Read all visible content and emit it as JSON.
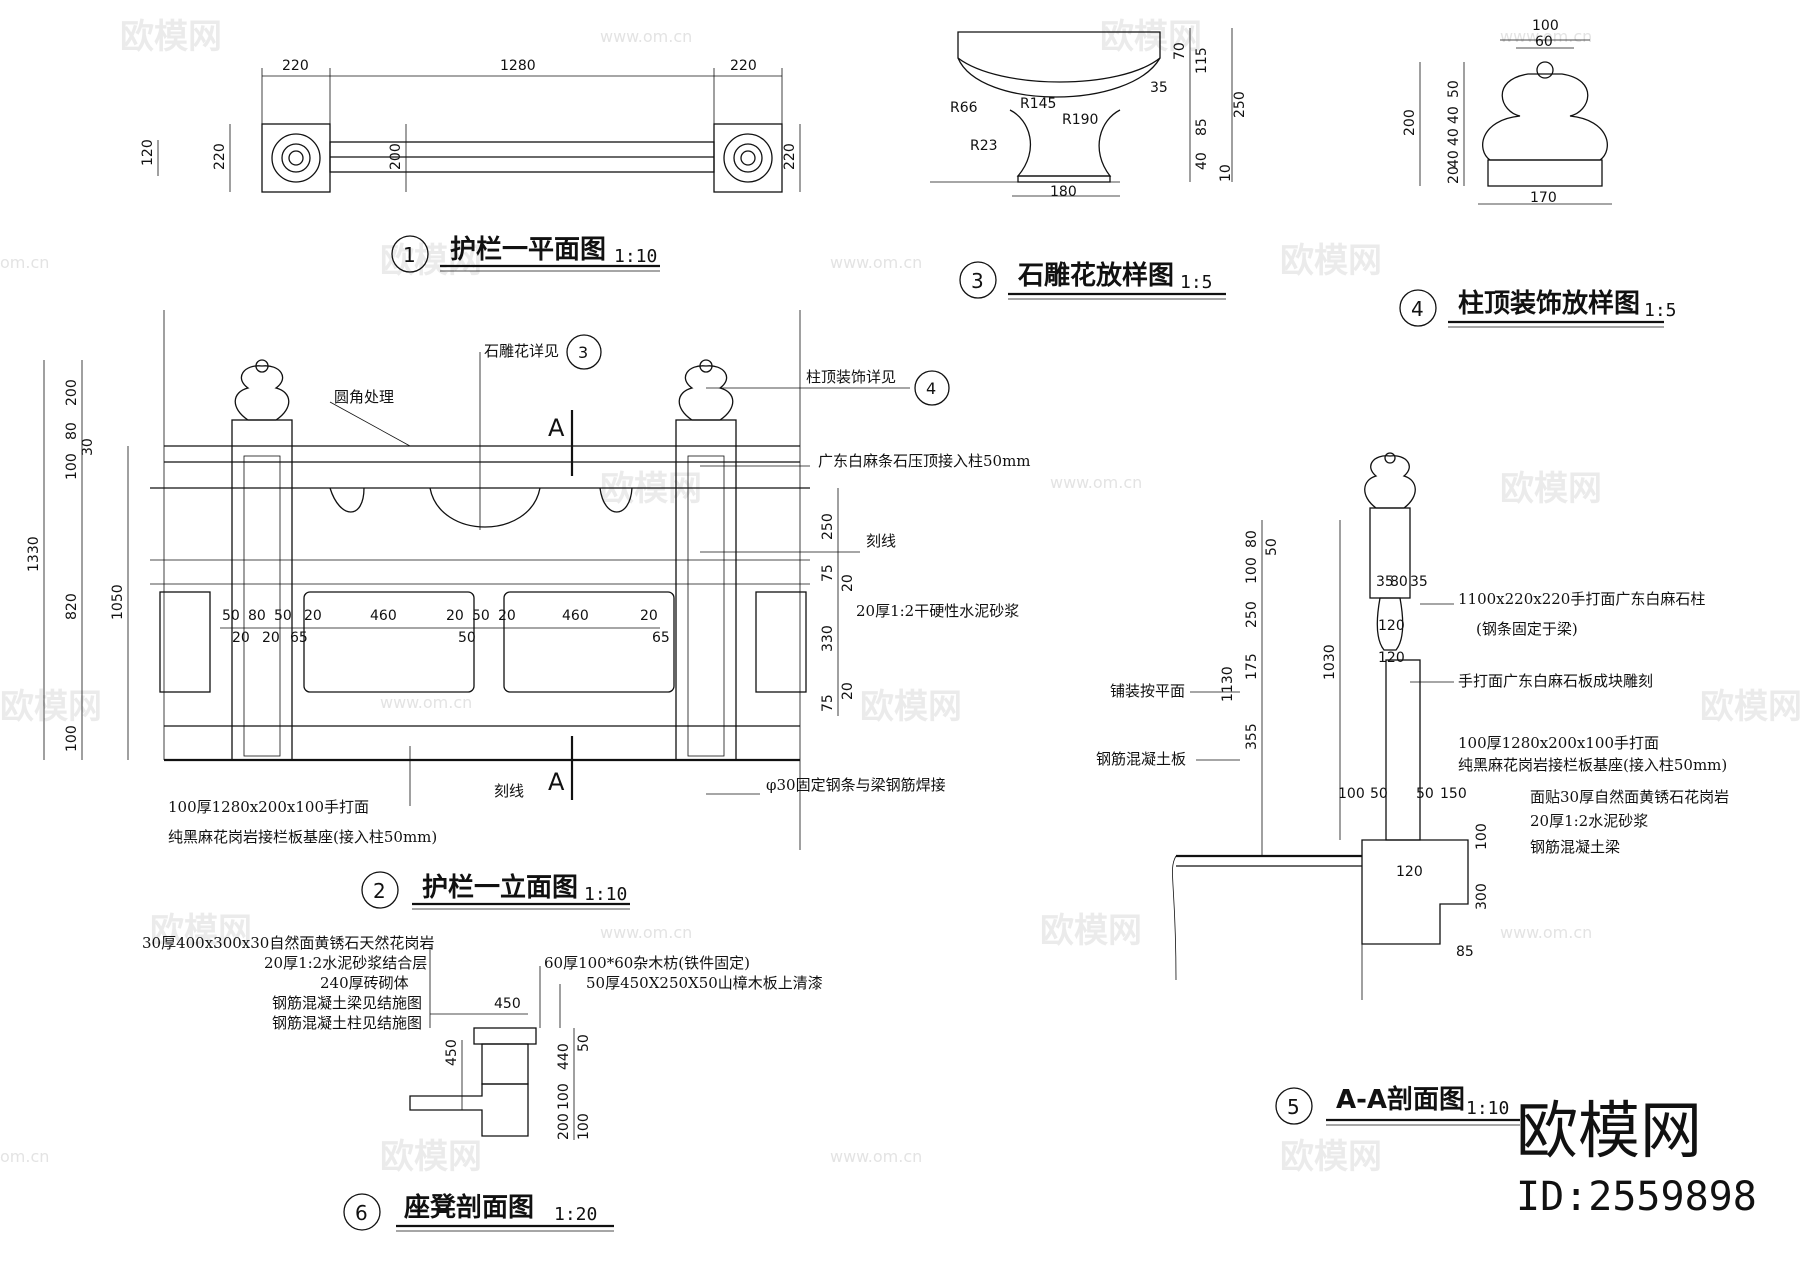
{
  "titles": {
    "plan": {
      "num": "1",
      "text": "护栏一平面图",
      "scale": "1:10"
    },
    "elevation": {
      "num": "2",
      "text": "护栏一立面图",
      "scale": "1:10"
    },
    "carving": {
      "num": "3",
      "text": "石雕花放样图",
      "scale": "1:5"
    },
    "finial": {
      "num": "4",
      "text": "柱顶装饰放样图",
      "scale": "1:5"
    },
    "section_aa": {
      "num": "5",
      "text": "A-A剖面图",
      "scale": "1:10"
    },
    "bench": {
      "num": "6",
      "text": "座凳剖面图",
      "scale": "1:20"
    }
  },
  "plan_dims": {
    "left": "220",
    "mid": "1280",
    "right": "220",
    "h120": "120",
    "h220a": "220",
    "h200": "200",
    "h220b": "220"
  },
  "carving_dims": {
    "r145": "R145",
    "r190": "R190",
    "r66": "R66",
    "r23": "R23",
    "w180": "180",
    "d70": "70",
    "d115": "115",
    "d35": "35",
    "d85": "85",
    "d250": "250",
    "d40": "40",
    "d10": "10"
  },
  "finial_dims": {
    "w100": "100",
    "w60": "60",
    "h200": "200",
    "d50": "50",
    "d40a": "40",
    "d40b": "40",
    "d40c": "40",
    "d20": "20",
    "w170": "170"
  },
  "elev_notes": {
    "carving_ref": "石雕花详见",
    "finial_ref": "柱顶装饰详见",
    "round_corner": "圆角处理",
    "coping": "广东白麻条石压顶接入柱50mm",
    "groove1": "刻线",
    "mortar": "20厚1:2干硬性水泥砂浆",
    "groove2": "刻线",
    "steel": "φ30固定钢条与梁钢筋焊接",
    "base1": "100厚1280x200x100手打面",
    "base2": "纯黑麻花岗岩接栏板基座(接入柱50mm)",
    "sec_a": "A",
    "ref3": "3",
    "ref4": "4"
  },
  "elev_dims": {
    "d1330": "1330",
    "d820": "820",
    "d1050": "1050",
    "d200": "200",
    "d80": "80",
    "d30": "30",
    "d100a": "100",
    "d100b": "100",
    "d250": "250",
    "d75a": "75",
    "d20": "20",
    "d330": "330",
    "d75b": "75",
    "d20b": "20",
    "s50a": "50",
    "s80": "80",
    "s50b": "50",
    "s20a": "20",
    "s460a": "460",
    "s20b": "20",
    "s50c": "50",
    "s20c": "20",
    "s460b": "460",
    "s20d": "20",
    "t20a": "20",
    "t20b": "20",
    "t65a": "65",
    "t50": "50",
    "t65b": "65"
  },
  "aa_notes": {
    "pillar1": "1100x220x220手打面广东白麻石柱",
    "pillar2": "(钢条固定于梁)",
    "paving": "铺装按平面",
    "panel": "手打面广东白麻石板成块雕刻",
    "slab": "钢筋混凝土板",
    "base1": "100厚1280x200x100手打面",
    "base2": "纯黑麻花岗岩接栏板基座(接入柱50mm)",
    "face": "面贴30厚自然面黄锈石花岗岩",
    "mortar": "20厚1:2水泥砂浆",
    "beam": "钢筋混凝土梁"
  },
  "aa_dims": {
    "d80": "80",
    "d50": "50",
    "d100": "100",
    "d250": "250",
    "d175": "175",
    "d355": "355",
    "d1130": "1130",
    "d1030": "1030",
    "d35a": "35",
    "d80b": "80",
    "d35b": "35",
    "d120a": "120",
    "d120b": "120",
    "d100b": "100",
    "d50b": "50",
    "d50c": "50",
    "d150": "150",
    "d100c": "100",
    "d300": "300",
    "d120c": "120",
    "d85": "85"
  },
  "bench_notes": {
    "n1": "30厚400x300x30自然面黄锈石天然花岗岩",
    "n2": "20厚1:2水泥砂浆结合层",
    "n3": "240厚砖砌体",
    "n4": "钢筋混凝土梁见结施图",
    "n5": "钢筋混凝土柱见结施图",
    "n6": "60厚100*60杂木枋(铁件固定)",
    "n7": "50厚450X250X50山樟木板上清漆"
  },
  "bench_dims": {
    "d450a": "450",
    "d450b": "450",
    "d440": "440",
    "d50": "50",
    "d100": "100",
    "d200": "200",
    "d100b": "100"
  },
  "watermark": {
    "brand": "欧模网",
    "url": "www.om.cn",
    "short": "om.cn",
    "id": "ID:2559898"
  }
}
